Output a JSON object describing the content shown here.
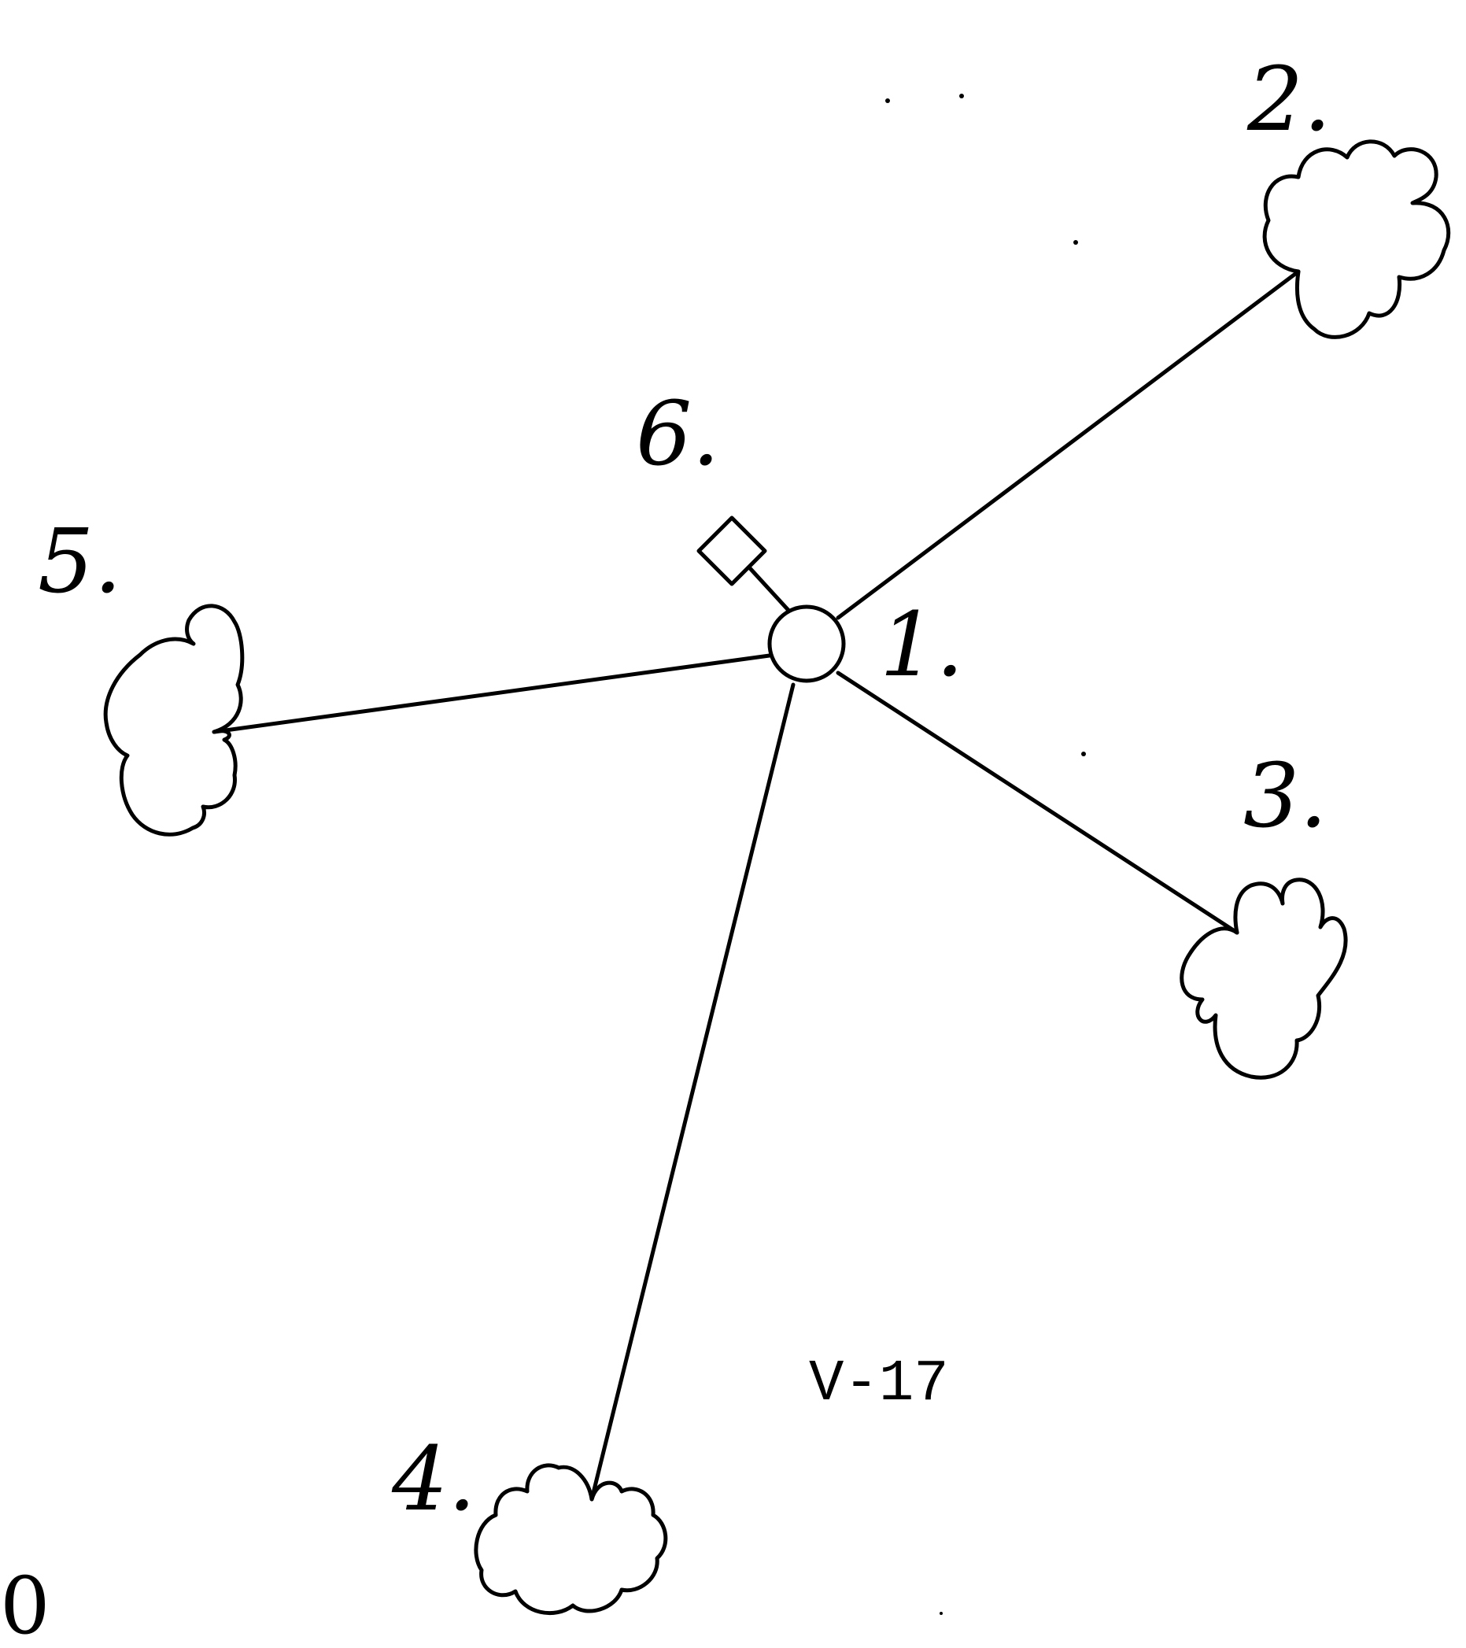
{
  "nodes": [
    {
      "id": "1",
      "label": "1.",
      "shape": "circle"
    },
    {
      "id": "2",
      "label": "2.",
      "shape": "cloud"
    },
    {
      "id": "3",
      "label": "3.",
      "shape": "cloud"
    },
    {
      "id": "4",
      "label": "4.",
      "shape": "cloud"
    },
    {
      "id": "5",
      "label": "5.",
      "shape": "cloud"
    },
    {
      "id": "6",
      "label": "6.",
      "shape": "diamond"
    }
  ],
  "edges": [
    {
      "from": "1",
      "to": "2"
    },
    {
      "from": "1",
      "to": "3"
    },
    {
      "from": "1",
      "to": "4"
    },
    {
      "from": "1",
      "to": "5"
    },
    {
      "from": "1",
      "to": "6"
    }
  ],
  "page_label": "V-17",
  "margin_mark": "0",
  "colors": {
    "ink": "#000000",
    "paper": "#ffffff"
  }
}
